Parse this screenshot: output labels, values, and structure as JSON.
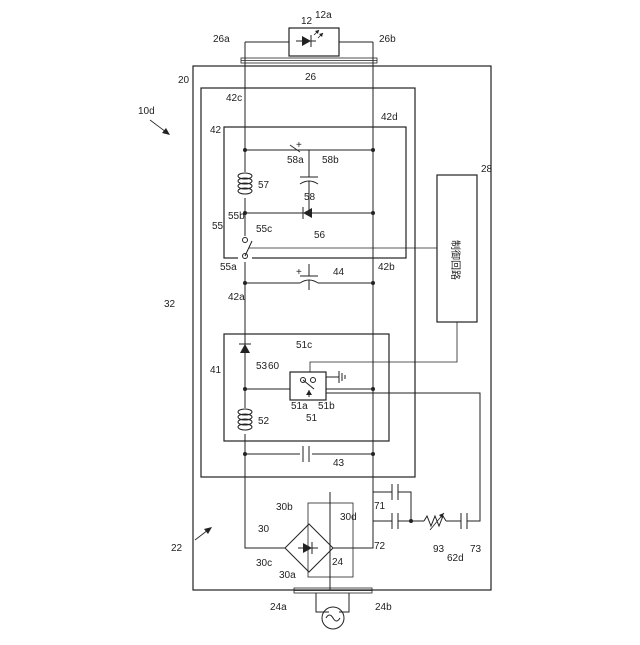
{
  "labels": {
    "l10d": "10d",
    "l12": "12",
    "l12a": "12a",
    "l20": "20",
    "l22": "22",
    "l24": "24",
    "l24a": "24a",
    "l24b": "24b",
    "l26": "26",
    "l26a": "26a",
    "l26b": "26b",
    "l28": "28",
    "l30": "30",
    "l30a": "30a",
    "l30b": "30b",
    "l30c": "30c",
    "l30d": "30d",
    "l32": "32",
    "l41": "41",
    "l42": "42",
    "l42a": "42a",
    "l42b": "42b",
    "l42c": "42c",
    "l42d": "42d",
    "l43": "43",
    "l44": "44",
    "l51": "51",
    "l51a": "51a",
    "l51b": "51b",
    "l51c": "51c",
    "l52": "52",
    "l53": "53",
    "l55": "55",
    "l55a": "55a",
    "l55b": "55b",
    "l55c": "55c",
    "l56": "56",
    "l57": "57",
    "l58": "58",
    "l58a": "58a",
    "l58b": "58b",
    "l60": "60",
    "l62d": "62d",
    "l71": "71",
    "l72": "72",
    "l73": "73",
    "l93": "93",
    "plus1": "+",
    "plus2": "+"
  },
  "control_circuit_label": "制御回路"
}
